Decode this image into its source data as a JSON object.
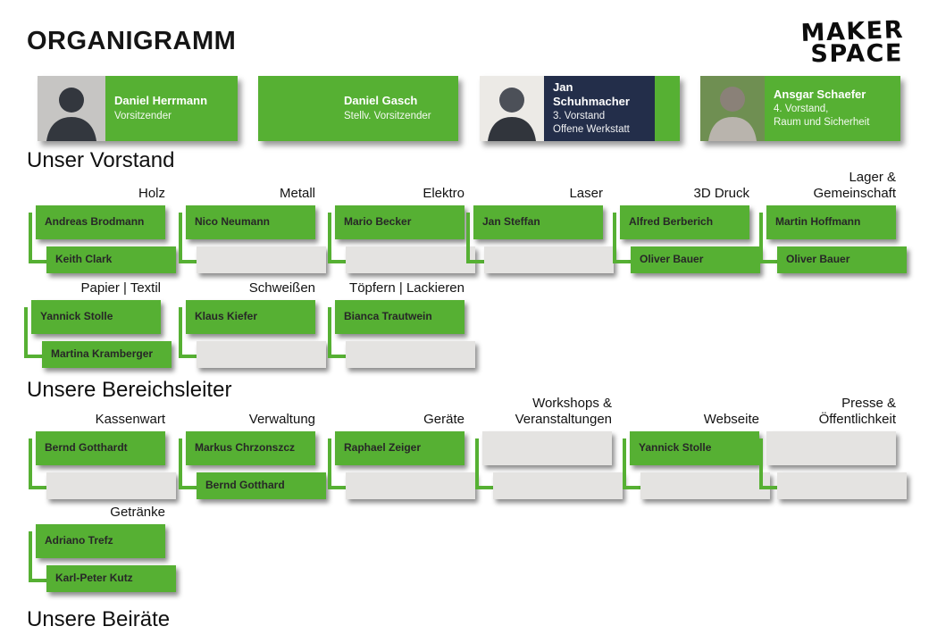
{
  "page": {
    "title": "ORGANIGRAMM",
    "logo": {
      "line1": "MAKER",
      "line2": "SPACE"
    }
  },
  "headings": {
    "vorstand": "Unser Vorstand",
    "bereichsleiter": "Unsere Bereichsleiter",
    "beiraete": "Unsere Beiräte"
  },
  "board": [
    {
      "name": "Daniel Herrmann",
      "role": "Vorsitzender"
    },
    {
      "name": "Daniel Gasch",
      "role": "Stellv. Vorsitzender"
    },
    {
      "name": "Jan Schuhmacher",
      "role": "3. Vorstand\nOffene Werkstatt"
    },
    {
      "name": "Ansgar Schaefer",
      "role": "4. Vorstand,\nRaum und Sicherheit"
    }
  ],
  "departments": [
    {
      "label": "Holz",
      "members": [
        "Andreas Brodmann",
        "Keith Clark"
      ]
    },
    {
      "label": "Metall",
      "members": [
        "Nico Neumann",
        ""
      ]
    },
    {
      "label": "Elektro",
      "members": [
        "Mario Becker",
        ""
      ]
    },
    {
      "label": "Laser",
      "members": [
        "Jan Steffan",
        ""
      ]
    },
    {
      "label": "3D Druck",
      "members": [
        "Alfred Berberich",
        "Oliver Bauer"
      ]
    },
    {
      "label": "Lager &\nGemeinschaft",
      "members": [
        "Martin Hoffmann",
        "Oliver Bauer"
      ]
    },
    {
      "label": "Papier | Textil",
      "members": [
        "Yannick Stolle",
        "Martina Kramberger"
      ]
    },
    {
      "label": "Schweißen",
      "members": [
        "Klaus Kiefer",
        ""
      ]
    },
    {
      "label": "Töpfern | Lackieren",
      "members": [
        "Bianca Trautwein",
        ""
      ]
    },
    {
      "label": "Kassenwart",
      "members": [
        "Bernd Gotthardt",
        ""
      ]
    },
    {
      "label": "Verwaltung",
      "members": [
        "Markus Chrzonszcz",
        "Bernd Gotthard"
      ]
    },
    {
      "label": "Geräte",
      "members": [
        "Raphael Zeiger",
        ""
      ]
    },
    {
      "label": "Workshops &\nVeranstaltungen",
      "members": [
        "",
        ""
      ]
    },
    {
      "label": "Webseite",
      "members": [
        "Yannick Stolle",
        ""
      ]
    },
    {
      "label": "Presse &\nÖffentlichkeit",
      "members": [
        "",
        ""
      ]
    },
    {
      "label": "Getränke",
      "members": [
        "Adriano Trefz",
        "Karl-Peter Kutz"
      ]
    }
  ],
  "colors": {
    "green": "#56b033",
    "gray_box": "#e4e3e1",
    "navy": "#232e4a"
  }
}
